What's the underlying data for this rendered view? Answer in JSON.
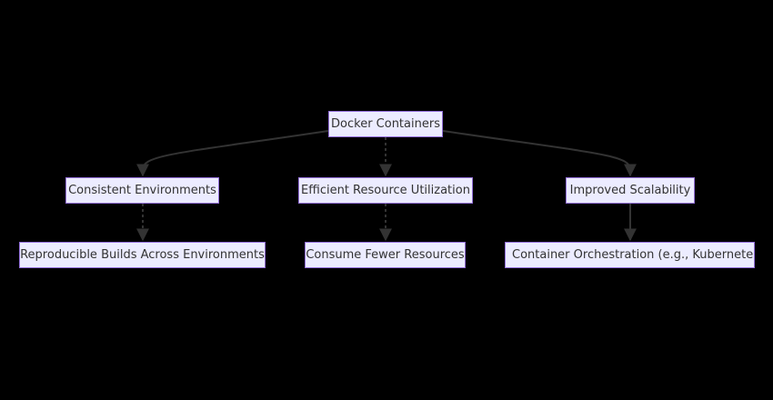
{
  "diagram": {
    "nodes": {
      "root": "Docker Containers",
      "consistent": "Consistent Environments",
      "efficient": "Efficient Resource Utilization",
      "scalability": "Improved Scalability",
      "reproducible": "Reproducible Builds Across Environments",
      "fewer": "Consume Fewer Resources",
      "orchestration": "Container Orchestration (e.g., Kubernetes)"
    },
    "edges": [
      {
        "from": "root",
        "to": "consistent",
        "style": "solid"
      },
      {
        "from": "root",
        "to": "efficient",
        "style": "dashed"
      },
      {
        "from": "root",
        "to": "scalability",
        "style": "solid"
      },
      {
        "from": "consistent",
        "to": "reproducible",
        "style": "dashed"
      },
      {
        "from": "efficient",
        "to": "fewer",
        "style": "dashed"
      },
      {
        "from": "scalability",
        "to": "orchestration",
        "style": "solid"
      }
    ],
    "colors": {
      "background": "#000000",
      "node_fill": "#ECECFF",
      "node_border": "#9370DB",
      "node_text": "#333333",
      "edge": "#333333"
    }
  }
}
